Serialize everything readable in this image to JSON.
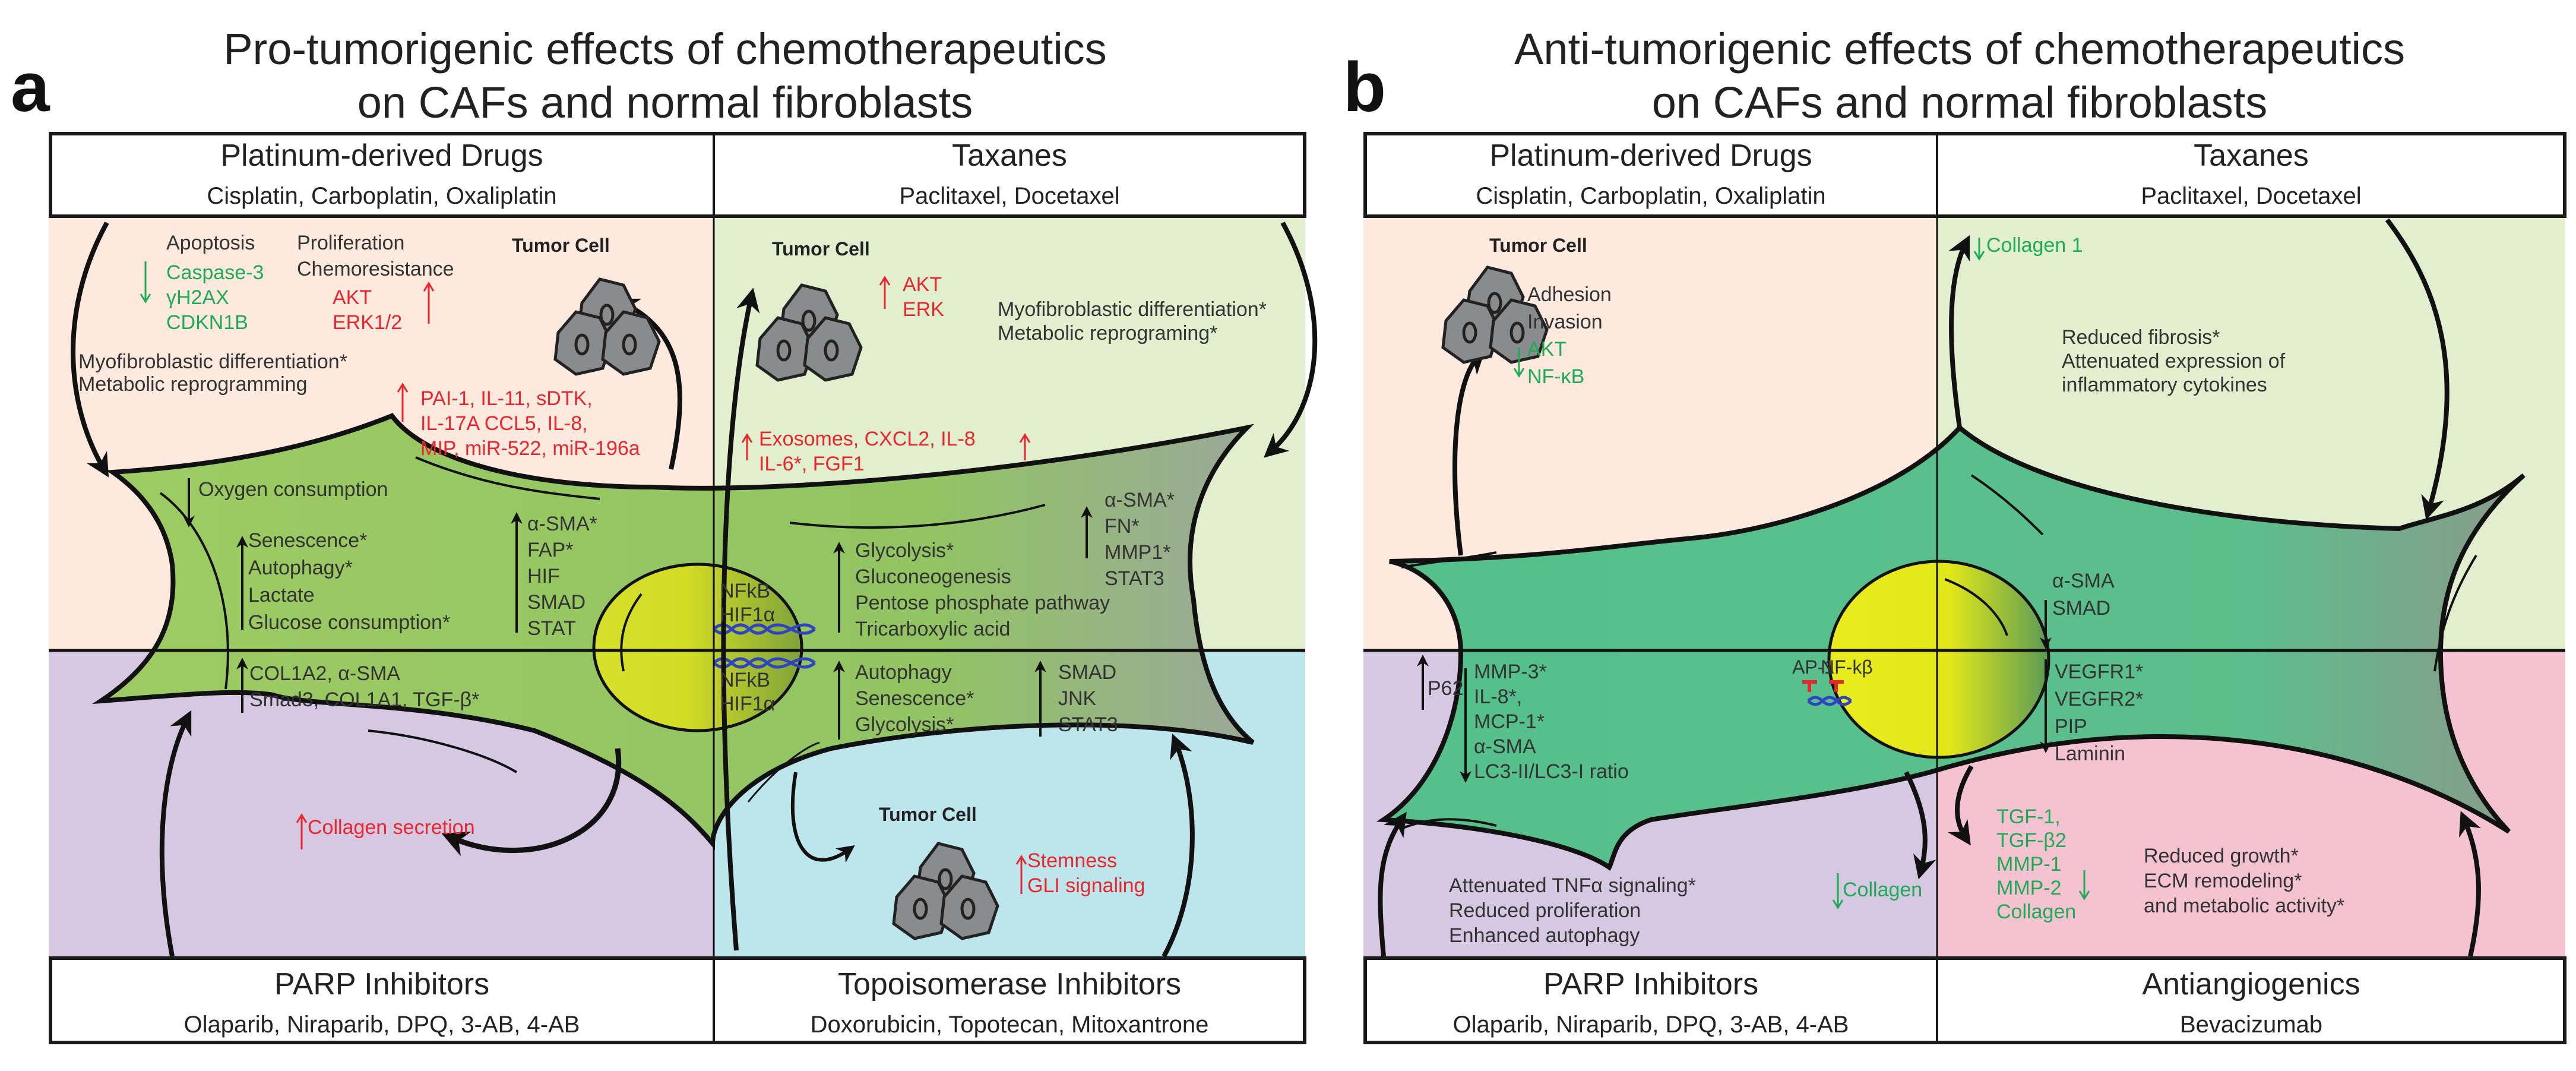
{
  "colors": {
    "platinum_bg": "#fde9dd",
    "taxanes_bg": "#e2efce",
    "parp_bg": "#d6c8e3",
    "topo_bg": "#bde6ec",
    "antiangio_bg": "#f5c2d2",
    "cell_green_a": "#9dcb63",
    "cell_green_b": "#55c08c",
    "nucleus": "#d6e02a",
    "nucleus_b": "#e9ec1c",
    "up_red": "#e8262e",
    "down_green": "#1faa55",
    "dna_blue": "#2f45c0"
  },
  "panel_a": {
    "letter": "a",
    "title_line1": "Pro-tumorigenic effects of chemotherapeutics",
    "title_line2": "on CAFs and normal fibroblasts",
    "top_left": {
      "heading": "Platinum-derived Drugs",
      "drugs": "Cisplatin, Carboplatin, Oxaliplatin"
    },
    "top_right": {
      "heading": "Taxanes",
      "drugs": "Paclitaxel, Docetaxel"
    },
    "bottom_left": {
      "heading": "PARP Inhibitors",
      "drugs": "Olaparib, Niraparib, DPQ, 3-AB, 4-AB"
    },
    "bottom_right": {
      "heading": "Topoisomerase Inhibitors",
      "drugs": "Doxorubicin, Topotecan, Mitoxantrone"
    },
    "platinum": {
      "apoptosis": "Apoptosis",
      "proliferation": "Proliferation",
      "chemoresistance": "Chemoresistance",
      "down_markers": [
        "Caspase-3",
        "γH2AX",
        "CDKN1B"
      ],
      "up_markers": [
        "AKT",
        "ERK1/2"
      ],
      "tumor_cell": "Tumor Cell",
      "myofib": "Myofibroblastic differentiation*",
      "metabolic": "Metabolic reprogramming",
      "secreted": [
        "PAI-1, IL-11, sDTK,",
        "IL-17A CCL5, IL-8,",
        "MIP, miR-522, miR-196a"
      ],
      "oxygen": "Oxygen consumption",
      "up_processes": [
        "Senescence*",
        "Autophagy*",
        "Lactate",
        "Glucose consumption*"
      ],
      "up_factors": [
        "α-SMA*",
        "FAP*",
        "HIF",
        "SMAD",
        "STAT"
      ]
    },
    "nucleus": {
      "top": [
        "NFkB",
        "HIF1α"
      ],
      "bottom": [
        "NFkB",
        "HIF1α"
      ]
    },
    "taxanes": {
      "tumor_cell": "Tumor Cell",
      "up_markers": [
        "AKT",
        "ERK"
      ],
      "myofib": "Myofibroblastic differentiation*",
      "metabolic": "Metabolic reprograming*",
      "secreted": [
        "Exosomes, CXCL2, IL-8",
        "IL-6*, FGF1"
      ],
      "up_metabolism": [
        "Glycolysis*",
        "Gluconeogenesis",
        "Pentose phosphate pathway",
        "Tricarboxylic acid"
      ],
      "up_factors": [
        "α-SMA*",
        "FN*",
        "MMP1*",
        "STAT3"
      ]
    },
    "parp": {
      "up_markers": [
        "COL1A2, α-SMA",
        "Smad3,  COL1A1, TGF-β*"
      ],
      "collagen": "Collagen secretion"
    },
    "topo": {
      "up_processes": [
        "Autophagy",
        "Senescence*",
        "Glycolysis*"
      ],
      "up_factors": [
        "SMAD",
        "JNK",
        "STAT3"
      ],
      "tumor_cell": "Tumor Cell",
      "up_markers": [
        "Stemness",
        "GLI signaling"
      ]
    }
  },
  "panel_b": {
    "letter": "b",
    "title_line1": "Anti-tumorigenic effects of chemotherapeutics",
    "title_line2": "on CAFs and normal fibroblasts",
    "top_left": {
      "heading": "Platinum-derived Drugs",
      "drugs": "Cisplatin, Carboplatin, Oxaliplatin"
    },
    "top_right": {
      "heading": "Taxanes",
      "drugs": "Paclitaxel, Docetaxel"
    },
    "bottom_left": {
      "heading": "PARP Inhibitors",
      "drugs": "Olaparib, Niraparib, DPQ, 3-AB, 4-AB"
    },
    "bottom_right": {
      "heading": "Antiangiogenics",
      "drugs": "Bevacizumab"
    },
    "platinum": {
      "tumor_cell": "Tumor Cell",
      "effects": [
        "Adhesion",
        "Invasion"
      ],
      "down_markers": [
        "AKT",
        "NF-κB"
      ]
    },
    "taxanes": {
      "collagen": "Collagen 1",
      "effects": [
        "Reduced fibrosis*",
        "Attenuated expression of",
        "inflammatory cytokines"
      ],
      "down_factors": [
        "α-SMA",
        "SMAD"
      ]
    },
    "nucleus": {
      "labels": [
        "AP-1",
        "NF-kβ"
      ]
    },
    "parp": {
      "up_marker": "P62",
      "down_markers": [
        "MMP-3*",
        "IL-8*,",
        "MCP-1*",
        "α-SMA",
        "LC3-II/LC3-I ratio"
      ],
      "effects": [
        "Attenuated TNFα signaling*",
        "Reduced proliferation",
        "Enhanced autophagy"
      ],
      "collagen": "Collagen"
    },
    "antiangio": {
      "down_factors": [
        "VEGFR1*",
        "VEGFR2*",
        "PIP",
        "Laminin"
      ],
      "down_markers": [
        "TGF-1,",
        "TGF-β2",
        "MMP-1",
        "MMP-2",
        "Collagen"
      ],
      "effects": [
        "Reduced growth*",
        "ECM remodeling*",
        "and metabolic activity*"
      ]
    }
  }
}
